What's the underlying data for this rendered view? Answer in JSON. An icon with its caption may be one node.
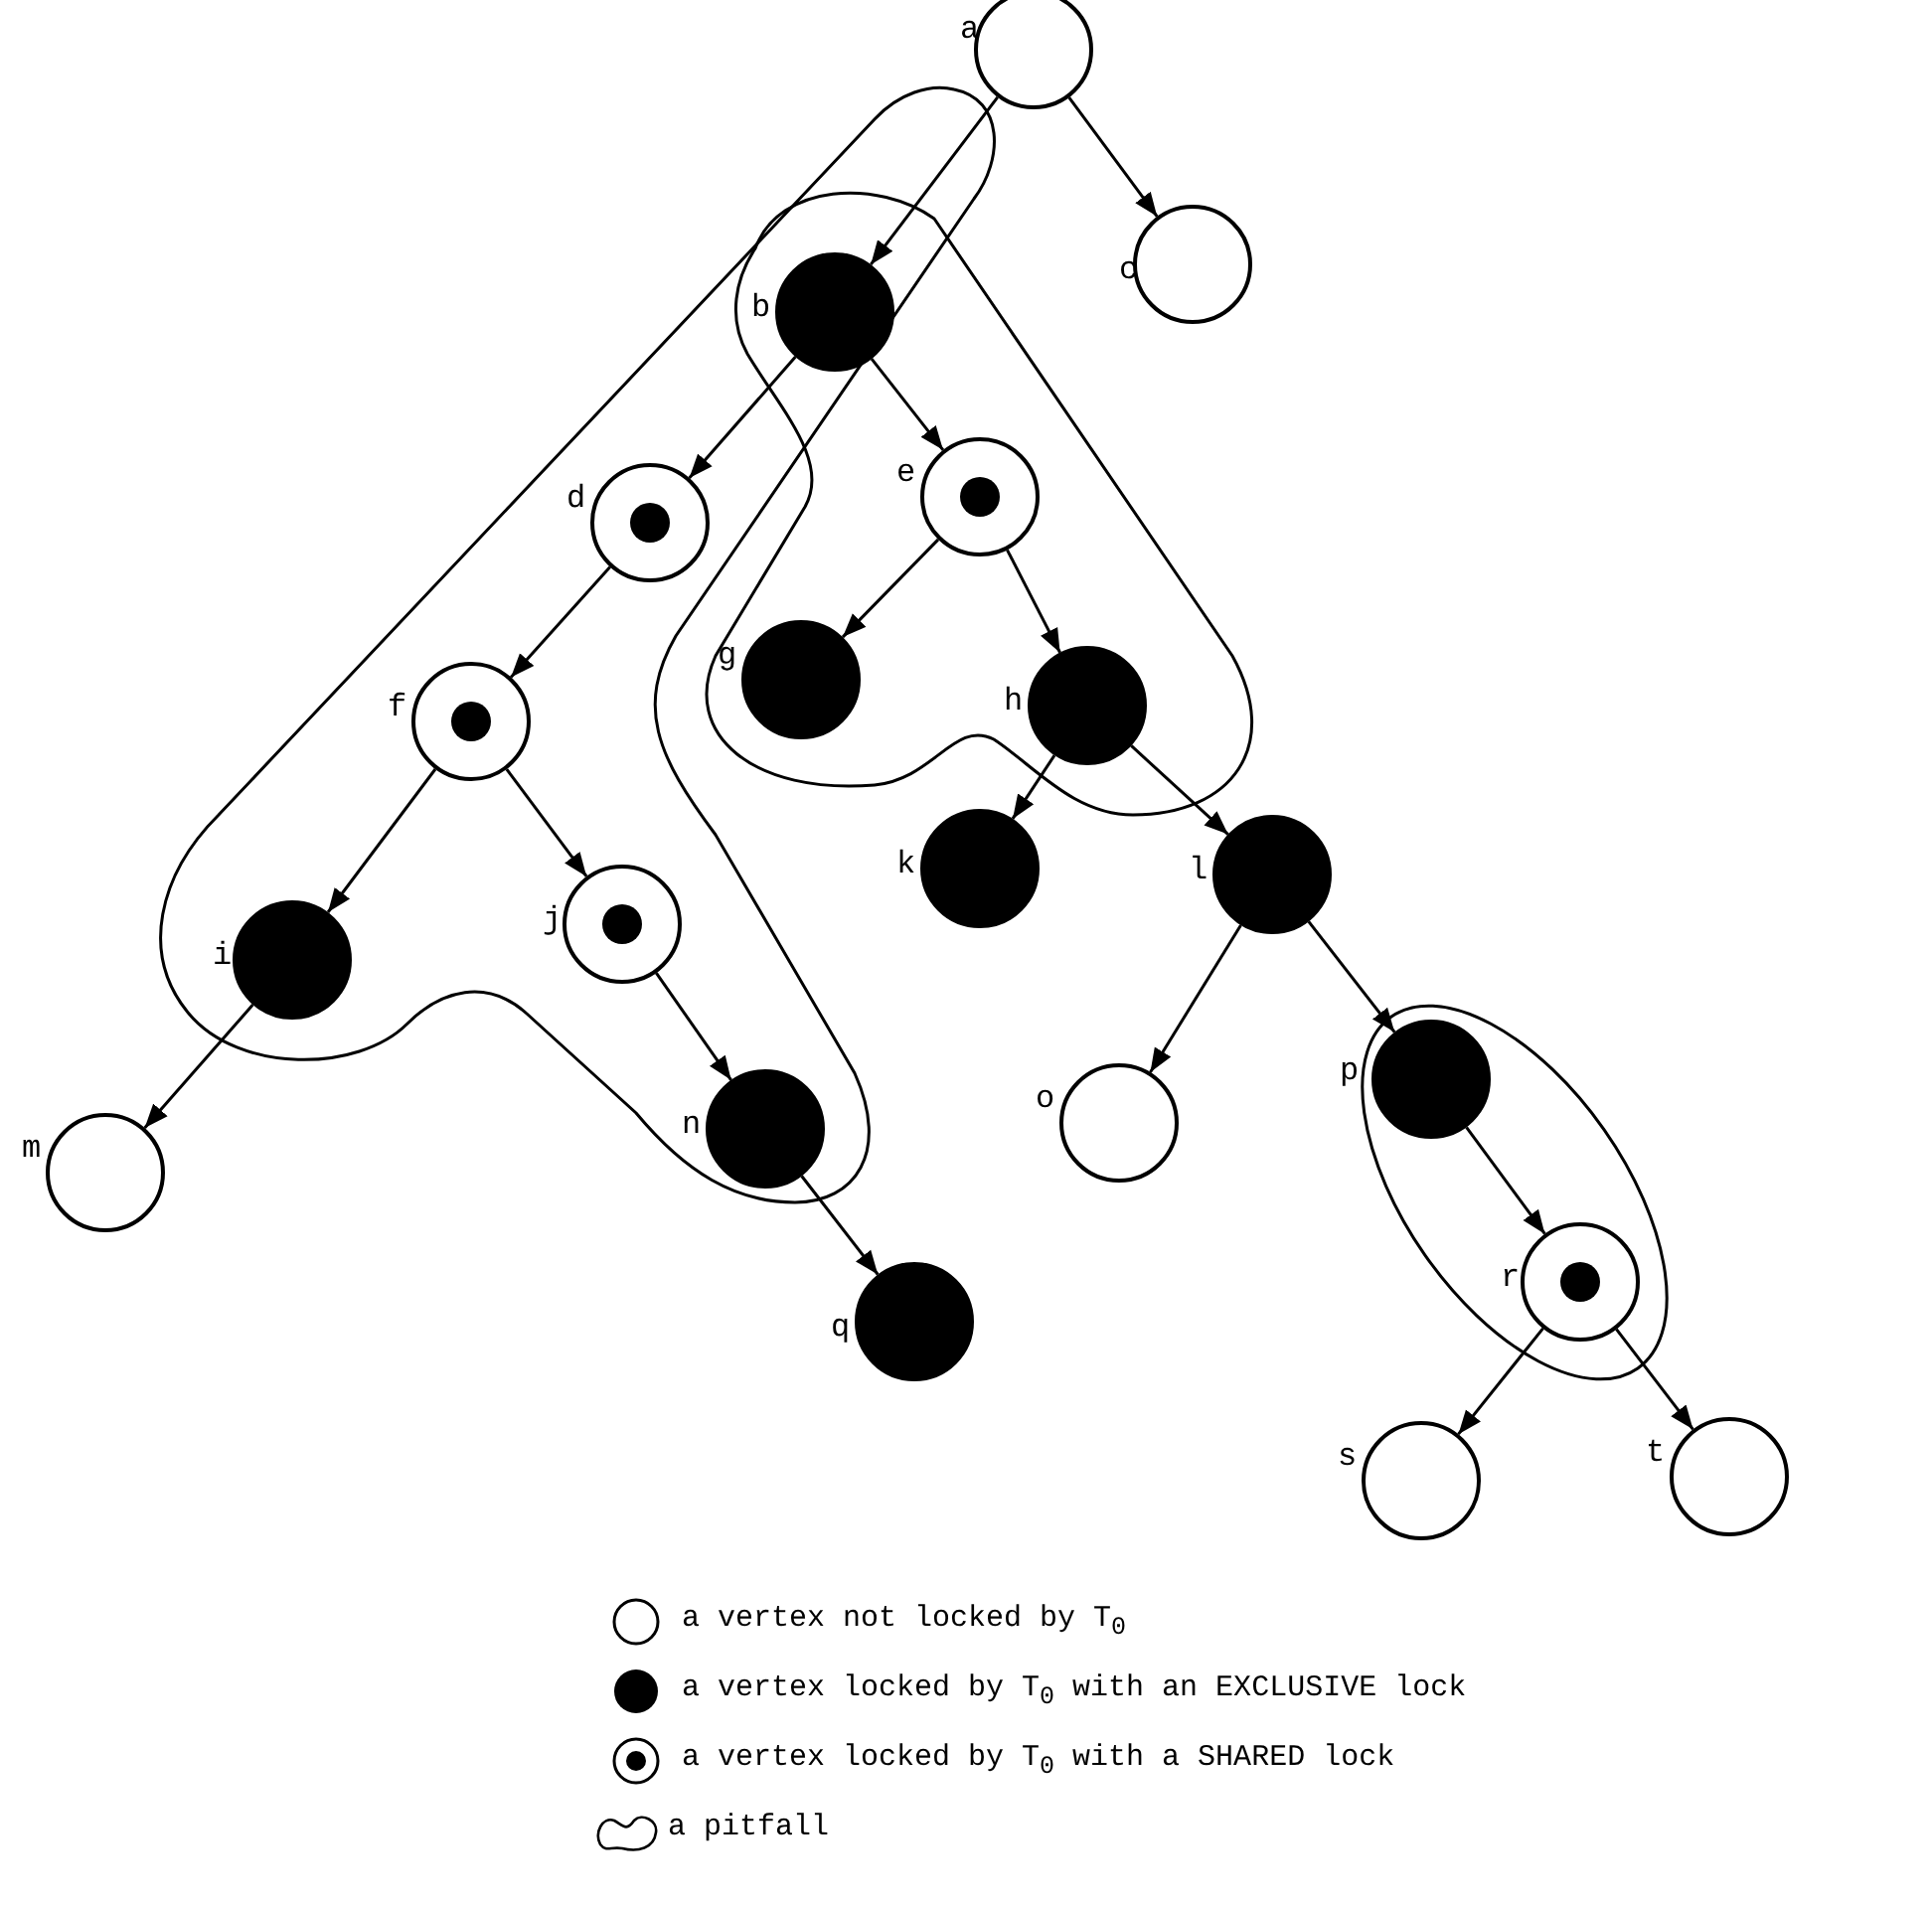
{
  "diagram": {
    "nodes": [
      {
        "text": [],
        "shape": "circle",
        "beside": [
          "a"
        ]
      },
      {
        "text": [],
        "shape": "circle",
        "beside": [
          "c"
        ]
      },
      {
        "text": [],
        "shape": "disc",
        "beside": [
          "b"
        ]
      },
      {
        "text": [],
        "shape": "bullseye",
        "beside": [
          "d"
        ]
      },
      {
        "text": [],
        "shape": "bullseye",
        "beside": [
          "e"
        ]
      },
      {
        "text": [],
        "shape": "bullseye",
        "beside": [
          "f"
        ]
      },
      {
        "text": [],
        "shape": "disc",
        "beside": [
          "g"
        ]
      },
      {
        "text": [],
        "shape": "disc",
        "beside": [
          "h"
        ]
      },
      {
        "text": [],
        "shape": "disc",
        "beside": [
          "i"
        ]
      },
      {
        "text": [],
        "shape": "bullseye",
        "beside": [
          "j"
        ]
      },
      {
        "text": [],
        "shape": "disc",
        "beside": [
          "k"
        ]
      },
      {
        "text": [],
        "shape": "disc",
        "beside": [
          "l"
        ]
      },
      {
        "text": [],
        "shape": "circle",
        "beside": [
          "m"
        ]
      },
      {
        "text": [],
        "shape": "disc",
        "beside": [
          "n"
        ]
      },
      {
        "text": [],
        "shape": "circle",
        "beside": [
          "o"
        ]
      },
      {
        "text": [],
        "shape": "disc",
        "beside": [
          "p"
        ]
      },
      {
        "text": [],
        "shape": "disc",
        "beside": [
          "q"
        ]
      },
      {
        "text": [],
        "shape": "bullseye",
        "beside": [
          "r"
        ]
      },
      {
        "text": [],
        "shape": "circle",
        "beside": [
          "s"
        ]
      },
      {
        "text": [],
        "shape": "circle",
        "beside": [
          "t"
        ]
      }
    ],
    "edges": [
      {
        "from": 0,
        "to": 2,
        "arrow": "to"
      },
      {
        "from": 0,
        "to": 1,
        "arrow": "to"
      },
      {
        "from": 2,
        "to": 3,
        "arrow": "to"
      },
      {
        "from": 2,
        "to": 4,
        "arrow": "to"
      },
      {
        "from": 3,
        "to": 5,
        "arrow": "to"
      },
      {
        "from": 4,
        "to": 6,
        "arrow": "to"
      },
      {
        "from": 4,
        "to": 7,
        "arrow": "to"
      },
      {
        "from": 5,
        "to": 8,
        "arrow": "to"
      },
      {
        "from": 5,
        "to": 9,
        "arrow": "to"
      },
      {
        "from": 7,
        "to": 10,
        "arrow": "to"
      },
      {
        "from": 7,
        "to": 11,
        "arrow": "to"
      },
      {
        "from": 8,
        "to": 12,
        "arrow": "to"
      },
      {
        "from": 9,
        "to": 13,
        "arrow": "to"
      },
      {
        "from": 11,
        "to": 14,
        "arrow": "to"
      },
      {
        "from": 11,
        "to": 15,
        "arrow": "to"
      },
      {
        "from": 13,
        "to": 16,
        "arrow": "to"
      },
      {
        "from": 15,
        "to": 17,
        "arrow": "to"
      },
      {
        "from": 17,
        "to": 18,
        "arrow": "to"
      },
      {
        "from": 17,
        "to": 19,
        "arrow": "to"
      }
    ],
    "legend": [
      {
        "text": "a vertex not locked by T$_{0}$"
      },
      {
        "text": "a vertex locked by T$_{0}$ with an EXCLUSIVE lock"
      },
      {
        "text": "a vertex locked by T$_{0}$ with a SHARED lock"
      },
      {
        "text": "a pitfall"
      }
    ]
  }
}
